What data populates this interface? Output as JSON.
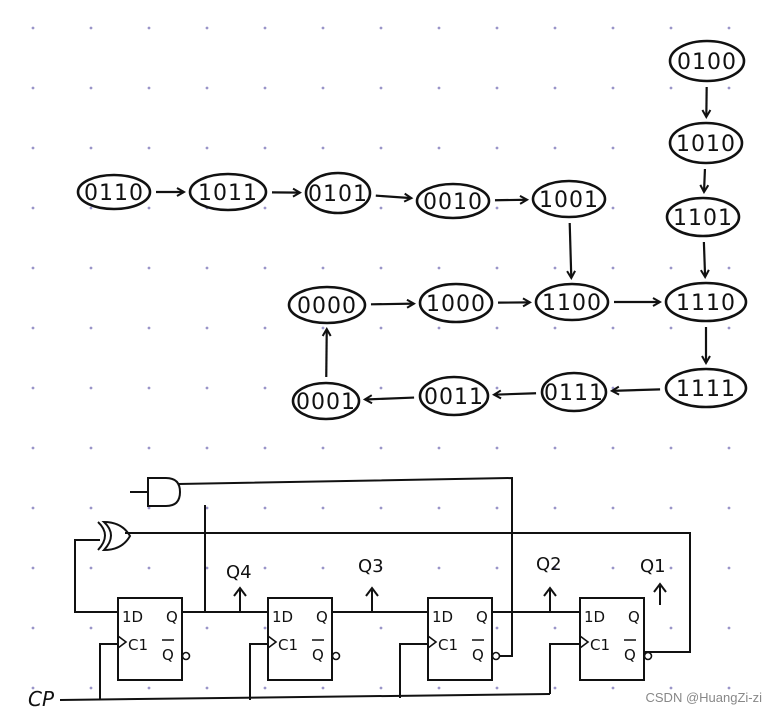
{
  "states": [
    {
      "id": "s0110",
      "code": "0110"
    },
    {
      "id": "s1011",
      "code": "1011"
    },
    {
      "id": "s0101",
      "code": "0101"
    },
    {
      "id": "s0010",
      "code": "0010"
    },
    {
      "id": "s1001",
      "code": "1001"
    },
    {
      "id": "s0100",
      "code": "0100"
    },
    {
      "id": "s1010",
      "code": "1010"
    },
    {
      "id": "s1101",
      "code": "1101"
    },
    {
      "id": "s0000",
      "code": "0000"
    },
    {
      "id": "s1000",
      "code": "1000"
    },
    {
      "id": "s1100",
      "code": "1100"
    },
    {
      "id": "s1110",
      "code": "1110"
    },
    {
      "id": "s0001",
      "code": "0001"
    },
    {
      "id": "s0011",
      "code": "0011"
    },
    {
      "id": "s0111",
      "code": "0111"
    },
    {
      "id": "s1111",
      "code": "1111"
    }
  ],
  "transitions": [
    [
      "0110",
      "1011"
    ],
    [
      "1011",
      "0101"
    ],
    [
      "0101",
      "0010"
    ],
    [
      "0010",
      "1001"
    ],
    [
      "1001",
      "1100"
    ],
    [
      "0100",
      "1010"
    ],
    [
      "1010",
      "1101"
    ],
    [
      "1101",
      "1110"
    ],
    [
      "0000",
      "1000"
    ],
    [
      "1000",
      "1100"
    ],
    [
      "1100",
      "1110"
    ],
    [
      "1110",
      "1111"
    ],
    [
      "1111",
      "0111"
    ],
    [
      "0111",
      "0011"
    ],
    [
      "0011",
      "0001"
    ],
    [
      "0001",
      "0000"
    ]
  ],
  "circuit": {
    "ff_labels": {
      "d": "1D",
      "clk": "C1",
      "q": "Q",
      "qbar": "Q"
    },
    "outputs": [
      "Q4",
      "Q3",
      "Q2",
      "Q1"
    ],
    "clock": "CP"
  },
  "watermark": "CSDN @HuangZi-zi"
}
